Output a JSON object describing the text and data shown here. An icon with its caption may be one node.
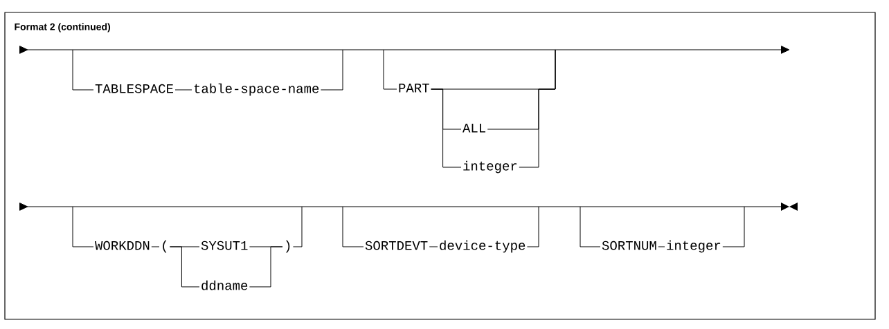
{
  "diagram": {
    "title": "Format 2 (continued)",
    "nodes": [
      {
        "text": [
          "TABLESPACE"
        ]
      },
      {
        "text": [
          "table-space-name"
        ]
      },
      {
        "text": [
          "PART"
        ]
      },
      {
        "text": [
          "ALL"
        ]
      },
      {
        "text": [
          "integer"
        ]
      },
      {
        "text": [
          "WORKDDN"
        ]
      },
      {
        "text": [
          "("
        ]
      },
      {
        "text": [
          "SYSUT1"
        ]
      },
      {
        "text": [
          "ddname"
        ]
      },
      {
        "text": [
          ")"
        ]
      },
      {
        "text": [
          "SORTDEVT"
        ]
      },
      {
        "text": [
          "device-type"
        ]
      },
      {
        "text": [
          "SORTNUM"
        ]
      },
      {
        "text": [
          "integer"
        ]
      },
      {
        "text": [],
        "shape": "bar"
      },
      {
        "text": [],
        "shape": "bar"
      }
    ],
    "edges": [
      {
        "from": 0,
        "to": 1,
        "arrow": "none"
      },
      {
        "from": 2,
        "to": 3,
        "arrow": "none"
      },
      {
        "from": 2,
        "to": 4,
        "arrow": "none"
      },
      {
        "from": 5,
        "to": 6,
        "arrow": "none"
      },
      {
        "from": 6,
        "to": 7,
        "arrow": "none"
      },
      {
        "from": 6,
        "to": 8,
        "arrow": "none"
      },
      {
        "from": 7,
        "to": 9,
        "arrow": "none"
      },
      {
        "from": 8,
        "to": 9,
        "arrow": "none"
      },
      {
        "from": 10,
        "to": 11,
        "arrow": "none"
      },
      {
        "from": 12,
        "to": 13,
        "arrow": "none"
      },
      {
        "from": 14,
        "to": 0,
        "arrow": "none"
      },
      {
        "from": 1,
        "to": 14,
        "arrow": "none"
      },
      {
        "from": 14,
        "to": 2,
        "arrow": "none"
      },
      {
        "from": 2,
        "to": 14,
        "arrow": "none"
      },
      {
        "from": 3,
        "to": 14,
        "arrow": "none"
      },
      {
        "from": 4,
        "to": 14,
        "arrow": "none"
      },
      {
        "from": 15,
        "to": 5,
        "arrow": "none"
      },
      {
        "from": 9,
        "to": 15,
        "arrow": "none"
      },
      {
        "from": 15,
        "to": 10,
        "arrow": "none"
      },
      {
        "from": 11,
        "to": 15,
        "arrow": "none"
      },
      {
        "from": 15,
        "to": 12,
        "arrow": "none"
      },
      {
        "from": 13,
        "to": 15,
        "arrow": "none"
      }
    ]
  }
}
